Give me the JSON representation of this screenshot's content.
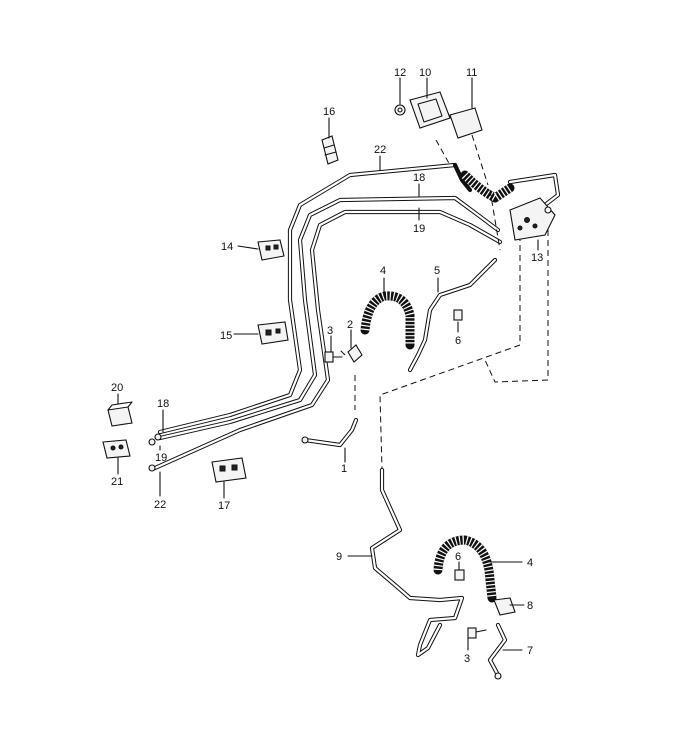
{
  "labels": {
    "l1": "1",
    "l2": "2",
    "l3a": "3",
    "l3b": "3",
    "l4a": "4",
    "l4b": "4",
    "l5": "5",
    "l6a": "6",
    "l6b": "6",
    "l7": "7",
    "l8": "8",
    "l9": "9",
    "l10": "10",
    "l11": "11",
    "l12": "12",
    "l13": "13",
    "l14": "14",
    "l15": "15",
    "l16": "16",
    "l17": "17",
    "l18a": "18",
    "l18b": "18",
    "l19a": "19",
    "l19b": "19",
    "l20": "20",
    "l21": "21",
    "l22a": "22",
    "l22b": "22"
  }
}
